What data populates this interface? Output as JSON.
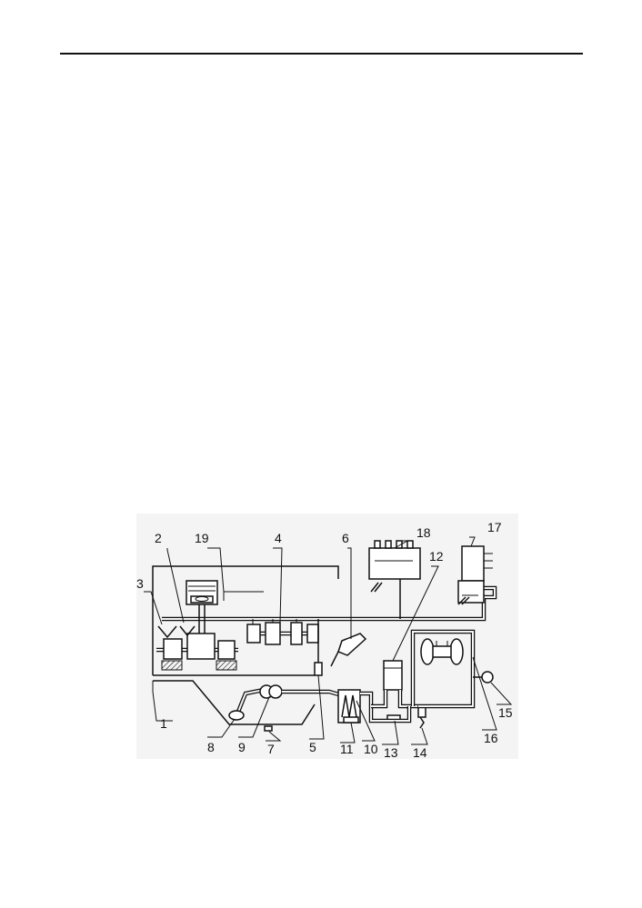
{
  "figure": {
    "callouts": [
      {
        "id": "c1",
        "label": "1"
      },
      {
        "id": "c2",
        "label": "2"
      },
      {
        "id": "c3",
        "label": "3"
      },
      {
        "id": "c4",
        "label": "4"
      },
      {
        "id": "c5",
        "label": "5"
      },
      {
        "id": "c6",
        "label": "6"
      },
      {
        "id": "c7",
        "label": "7"
      },
      {
        "id": "c8",
        "label": "8"
      },
      {
        "id": "c9",
        "label": "9"
      },
      {
        "id": "c10",
        "label": "10"
      },
      {
        "id": "c11",
        "label": "11"
      },
      {
        "id": "c12",
        "label": "12"
      },
      {
        "id": "c13",
        "label": "13"
      },
      {
        "id": "c14",
        "label": "14"
      },
      {
        "id": "c15",
        "label": "15"
      },
      {
        "id": "c16",
        "label": "16"
      },
      {
        "id": "c17",
        "label": "17"
      },
      {
        "id": "c18",
        "label": "18"
      },
      {
        "id": "c19",
        "label": "19"
      }
    ]
  }
}
